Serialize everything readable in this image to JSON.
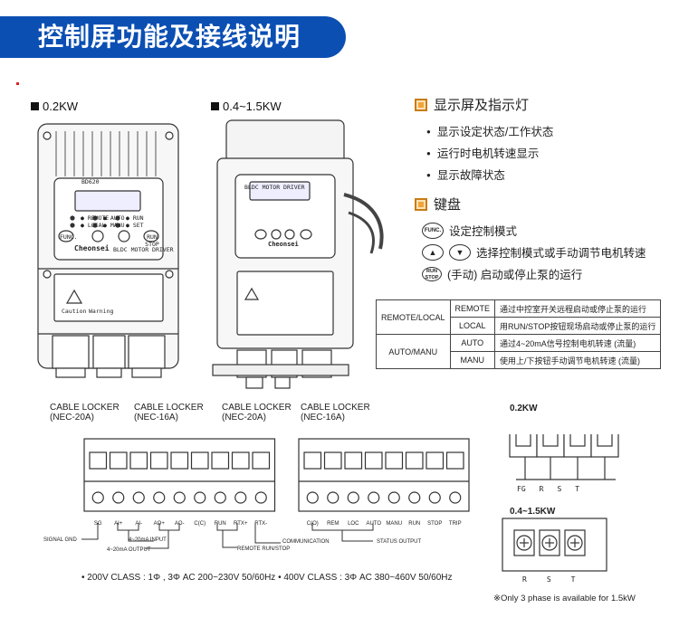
{
  "banner": {
    "title": "控制屏功能及接线说明"
  },
  "models": {
    "small": "0.2KW",
    "large": "0.4~1.5KW"
  },
  "panel": {
    "brand": "Cheonsei",
    "subtitle": "BLDC MOTOR DRIVER",
    "led_remote": "REMOTE",
    "led_auto": "AUTO",
    "led_run": "RUN",
    "led_local": "LOCAL",
    "led_manu": "MANU",
    "led_set": "SET",
    "key_func": "FUNC.",
    "key_runstop": "RUN STOP",
    "warning_caution": "Caution",
    "warning_warning": "Warning"
  },
  "cable_lockers": {
    "left1": {
      "name": "CABLE LOCKER",
      "code": "(NEC-20A)"
    },
    "left2": {
      "name": "CABLE LOCKER",
      "code": "(NEC-16A)"
    },
    "right1": {
      "name": "CABLE LOCKER",
      "code": "(NEC-20A)"
    },
    "right2": {
      "name": "CABLE LOCKER",
      "code": "(NEC-16A)"
    }
  },
  "display_section": {
    "title": "显示屏及指示灯",
    "bullets": [
      "显示设定状态/工作状态",
      "运行时电机转速显示",
      "显示故障状态"
    ]
  },
  "keypad_section": {
    "title": "键盘",
    "func_key": "FUNC.",
    "func_desc": "设定控制模式",
    "arrow_desc": "选择控制模式或手动调节电机转速",
    "runstop_key": "RUN STOP",
    "runstop_desc": "(手动) 启动或停止泵的运行"
  },
  "mode_table": {
    "rows": [
      {
        "group": "REMOTE/LOCAL",
        "mode": "REMOTE",
        "desc": "通过中控室开关远程启动或停止泵的运行"
      },
      {
        "group": "",
        "mode": "LOCAL",
        "desc": "用RUN/STOP按钮现场启动或停止泵的运行"
      },
      {
        "group": "AUTO/MANU",
        "mode": "AUTO",
        "desc": "通过4~20mA信号控制电机转速 (流量)"
      },
      {
        "group": "",
        "mode": "MANU",
        "desc": "使用上/下按钮手动调节电机转速 (流量)"
      }
    ]
  },
  "terminal_left": {
    "labels": [
      "SG",
      "AI+",
      "AI-",
      "AO+",
      "AO-",
      "C(C)",
      "RUN",
      "RTX+",
      "RTX-"
    ],
    "signal_gnd": "SIGNAL GND",
    "input": "4~20mA INPUT",
    "output": "4~20mA OUTPUT",
    "remote": "REMOTE RUN/STOP",
    "comm": "COMMUNICATION"
  },
  "terminal_right": {
    "labels": [
      "C(O)",
      "REM",
      "LOC",
      "AUTO",
      "MANU",
      "RUN",
      "STOP",
      "TRIP"
    ],
    "status": "STATUS OUTPUT"
  },
  "power_small": {
    "title": "0.2KW",
    "labels": [
      "FG",
      "R",
      "S",
      "T"
    ]
  },
  "power_large": {
    "title": "0.4~1.5KW",
    "labels": [
      "R",
      "S",
      "T"
    ]
  },
  "footer": {
    "classes": "• 200V CLASS : 1Φ , 3Φ  AC 200~230V 50/60Hz  • 400V CLASS : 3Φ  AC 380~460V 50/60Hz",
    "note": "※Only 3 phase is available for 1.5kW"
  }
}
